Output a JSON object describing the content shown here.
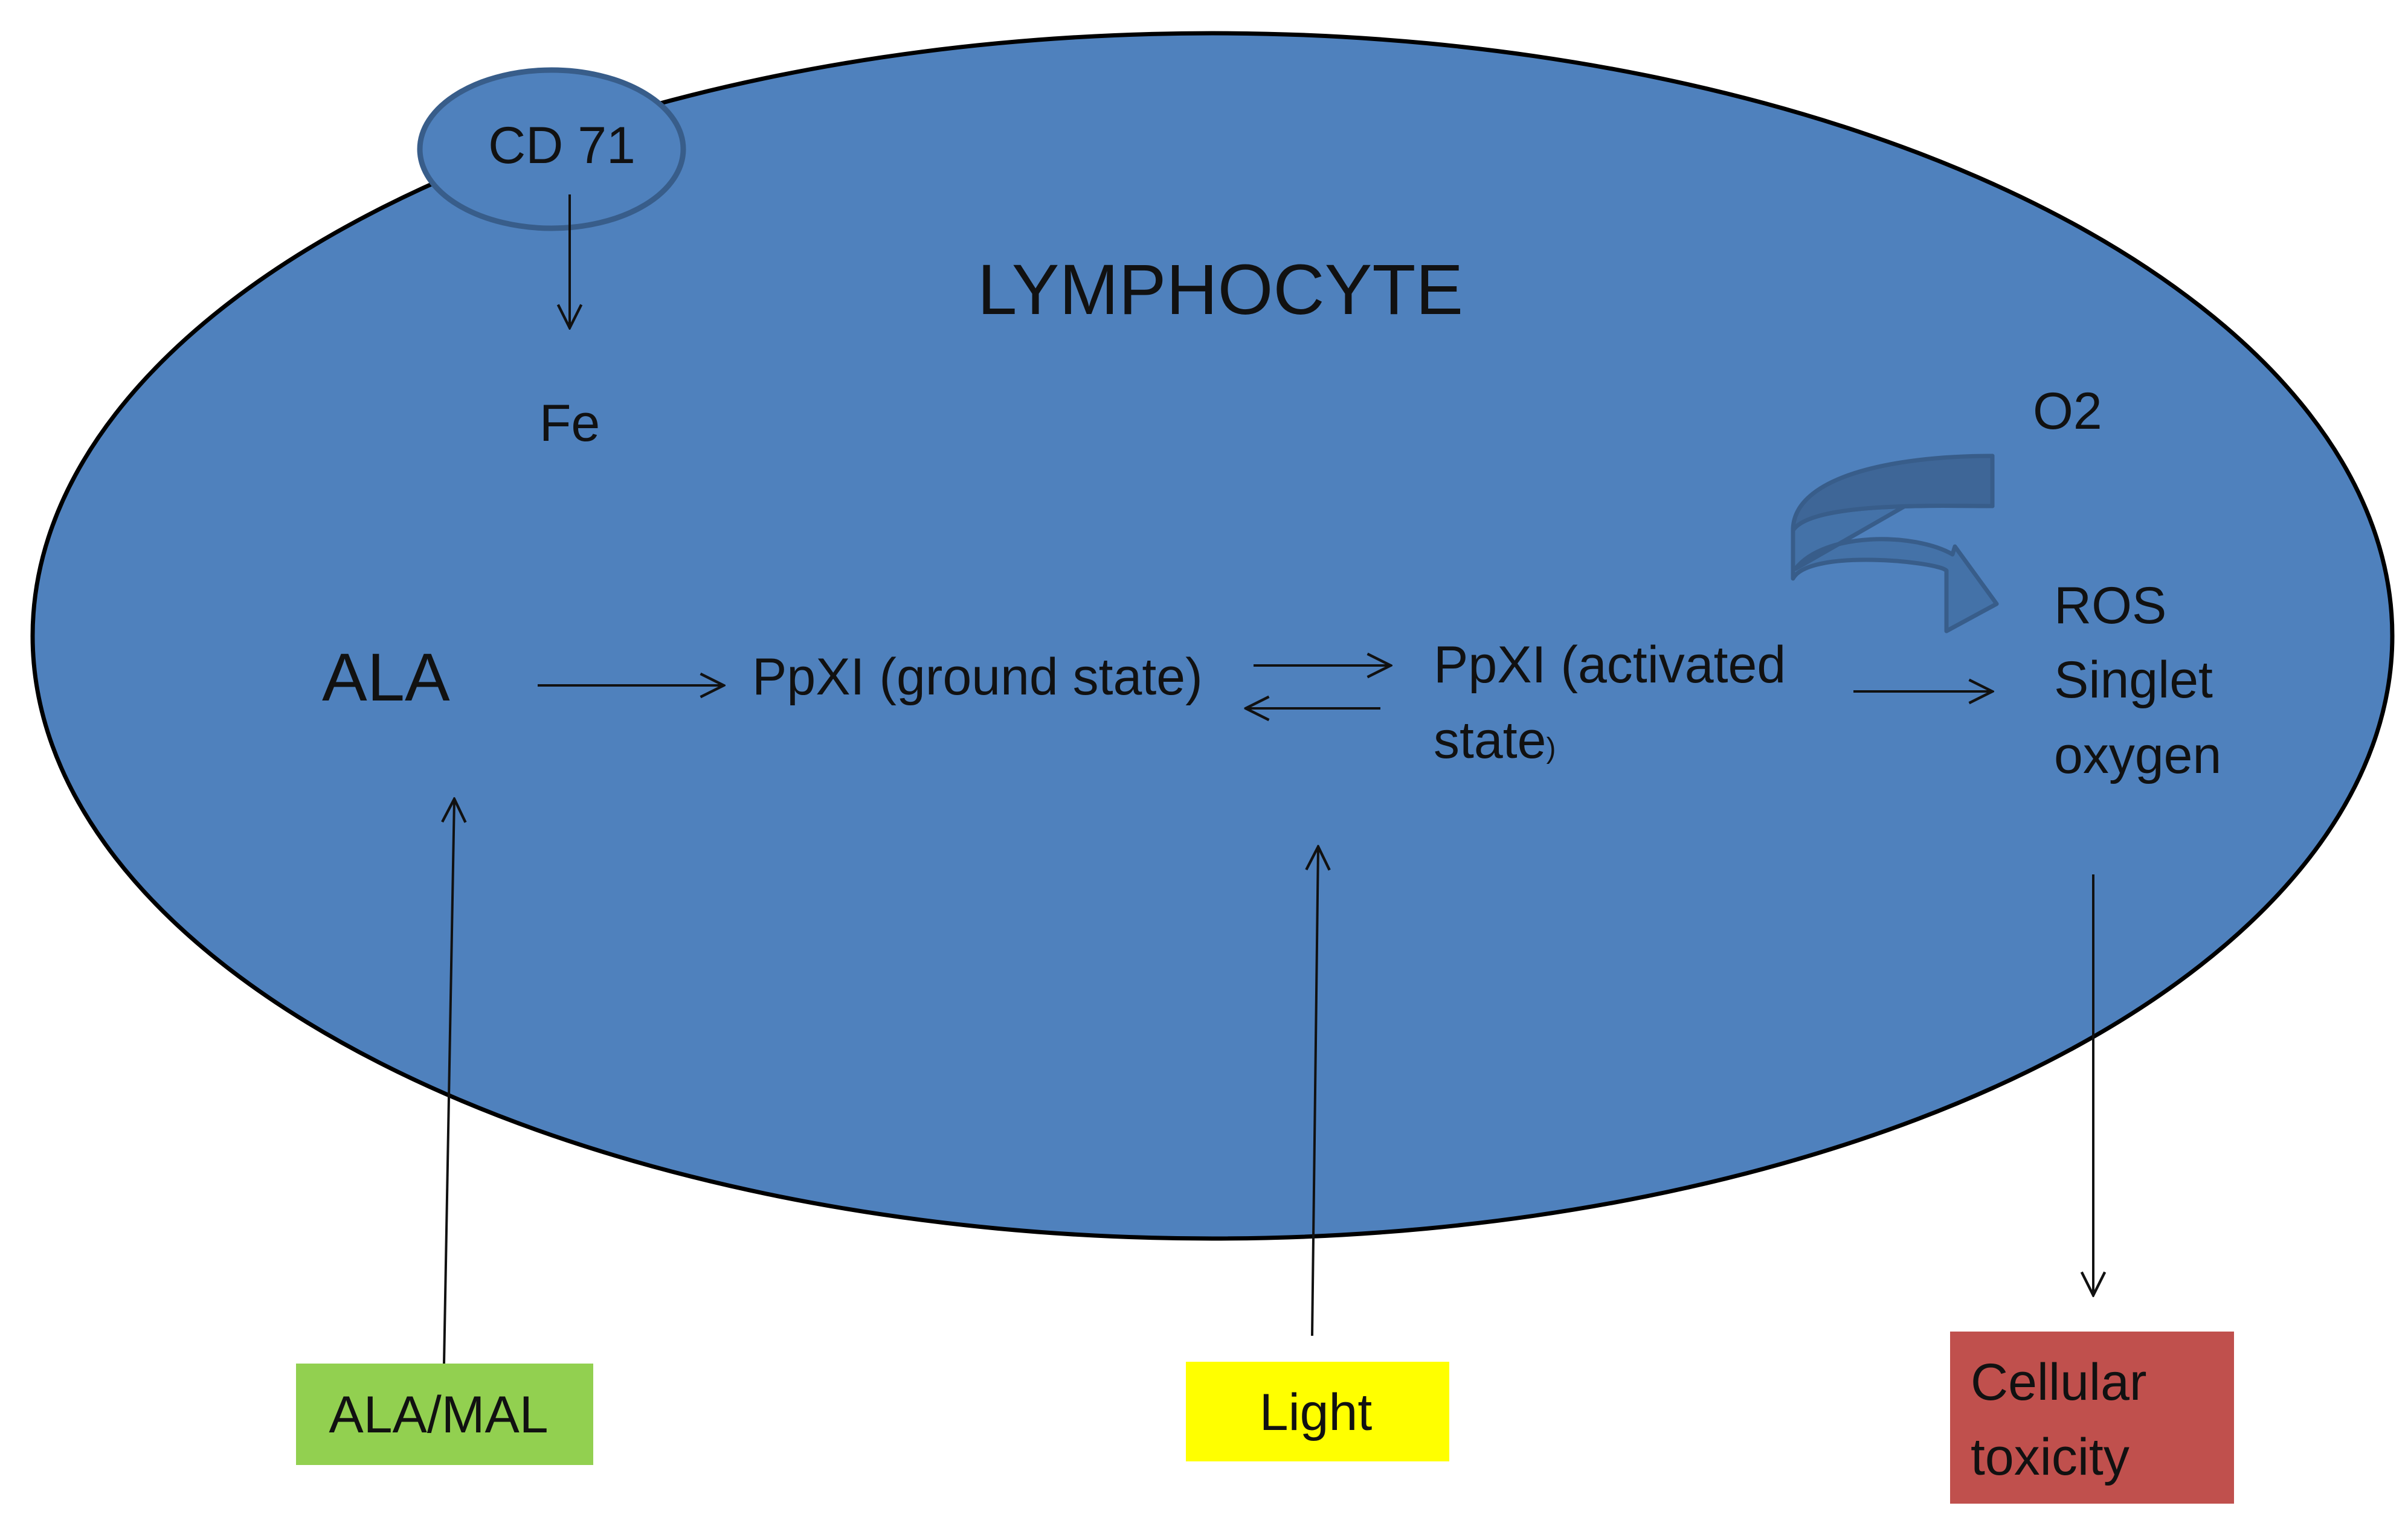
{
  "cell": {
    "label": "LYMPHOCYTE",
    "fill": "#4F81BD",
    "outline": "#000000"
  },
  "receptor": {
    "label": "CD 71",
    "fill": "#4F81BD",
    "outline": "#385D8A"
  },
  "molecules": {
    "fe": "Fe",
    "ala": "ALA",
    "ground": "PpXI (ground state)",
    "activated_line1": "PpXI (activated",
    "activated_line2": "state",
    "activated_paren": ")",
    "o2": "O2",
    "ros_line1": "ROS",
    "ros_line2": "Singlet",
    "ros_line3": "oxygen"
  },
  "inputs": {
    "ala_mal": {
      "label": "ALA/MAL",
      "color": "#92D050"
    },
    "light": {
      "label": "Light",
      "color": "#FFFF00"
    },
    "toxicity": {
      "label_line1": "Cellular",
      "label_line2": "toxicity",
      "color": "#C0504D"
    }
  },
  "cycle_arrow": {
    "fill": "#4472A8",
    "outline": "#385D8A"
  }
}
